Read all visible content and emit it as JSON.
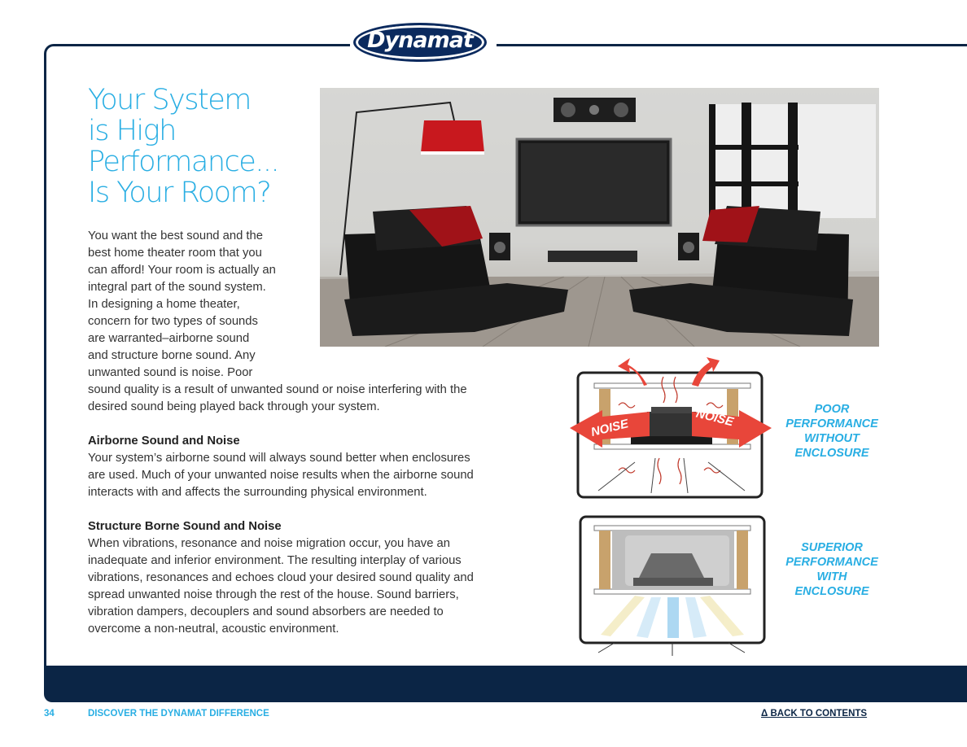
{
  "logo": {
    "text": "Dynamat"
  },
  "title_lines": [
    "Your System",
    "is High",
    "Performance...",
    "Is Your Room?"
  ],
  "intro": {
    "narrow_lines": [
      "You want the best sound and the",
      "best home theater room that you",
      "can afford!  Your room is actually an",
      "integral part of the sound system.",
      "In designing a home theater,",
      "concern for two types of sounds",
      "are warranted–airborne sound",
      "and structure borne sound.  Any",
      "unwanted sound is noise. Poor"
    ],
    "wide_lines": [
      "sound quality is a result of unwanted sound or noise interfering with the",
      "desired sound being played back through your system."
    ]
  },
  "airborne": {
    "heading": "Airborne Sound and Noise",
    "lines": [
      "Your system’s airborne sound will always sound better when enclosures",
      "are used.  Much of your unwanted noise results when the airborne sound",
      "interacts with and affects the surrounding physical environment."
    ]
  },
  "structure": {
    "heading": "Structure Borne Sound and Noise",
    "lines": [
      "When vibrations, resonance and noise migration occur, you have an",
      "inadequate and inferior environment. The resulting interplay of various",
      "vibrations, resonances and echoes cloud your desired sound quality and",
      "spread unwanted noise through the rest of the house. Sound barriers,",
      "vibration dampers, decouplers and sound absorbers are needed to",
      "overcome a non-neutral, acoustic environment."
    ]
  },
  "diagram1": {
    "noise_left": "NOISE",
    "noise_right": "NOISE",
    "caption_lines": [
      "POOR",
      "PERFORMANCE",
      "WITHOUT",
      "ENCLOSURE"
    ]
  },
  "diagram2": {
    "caption_lines": [
      "SUPERIOR",
      "PERFORMANCE",
      "WITH",
      "ENCLOSURE"
    ]
  },
  "footer": {
    "page_number": "34",
    "section_label": "DISCOVER THE DYNAMAT DIFFERENCE",
    "back_link": "Δ BACK TO CONTENTS"
  },
  "colors": {
    "navy": "#0b2545",
    "accent_blue": "#29aee3",
    "noise_red": "#e8463a"
  }
}
